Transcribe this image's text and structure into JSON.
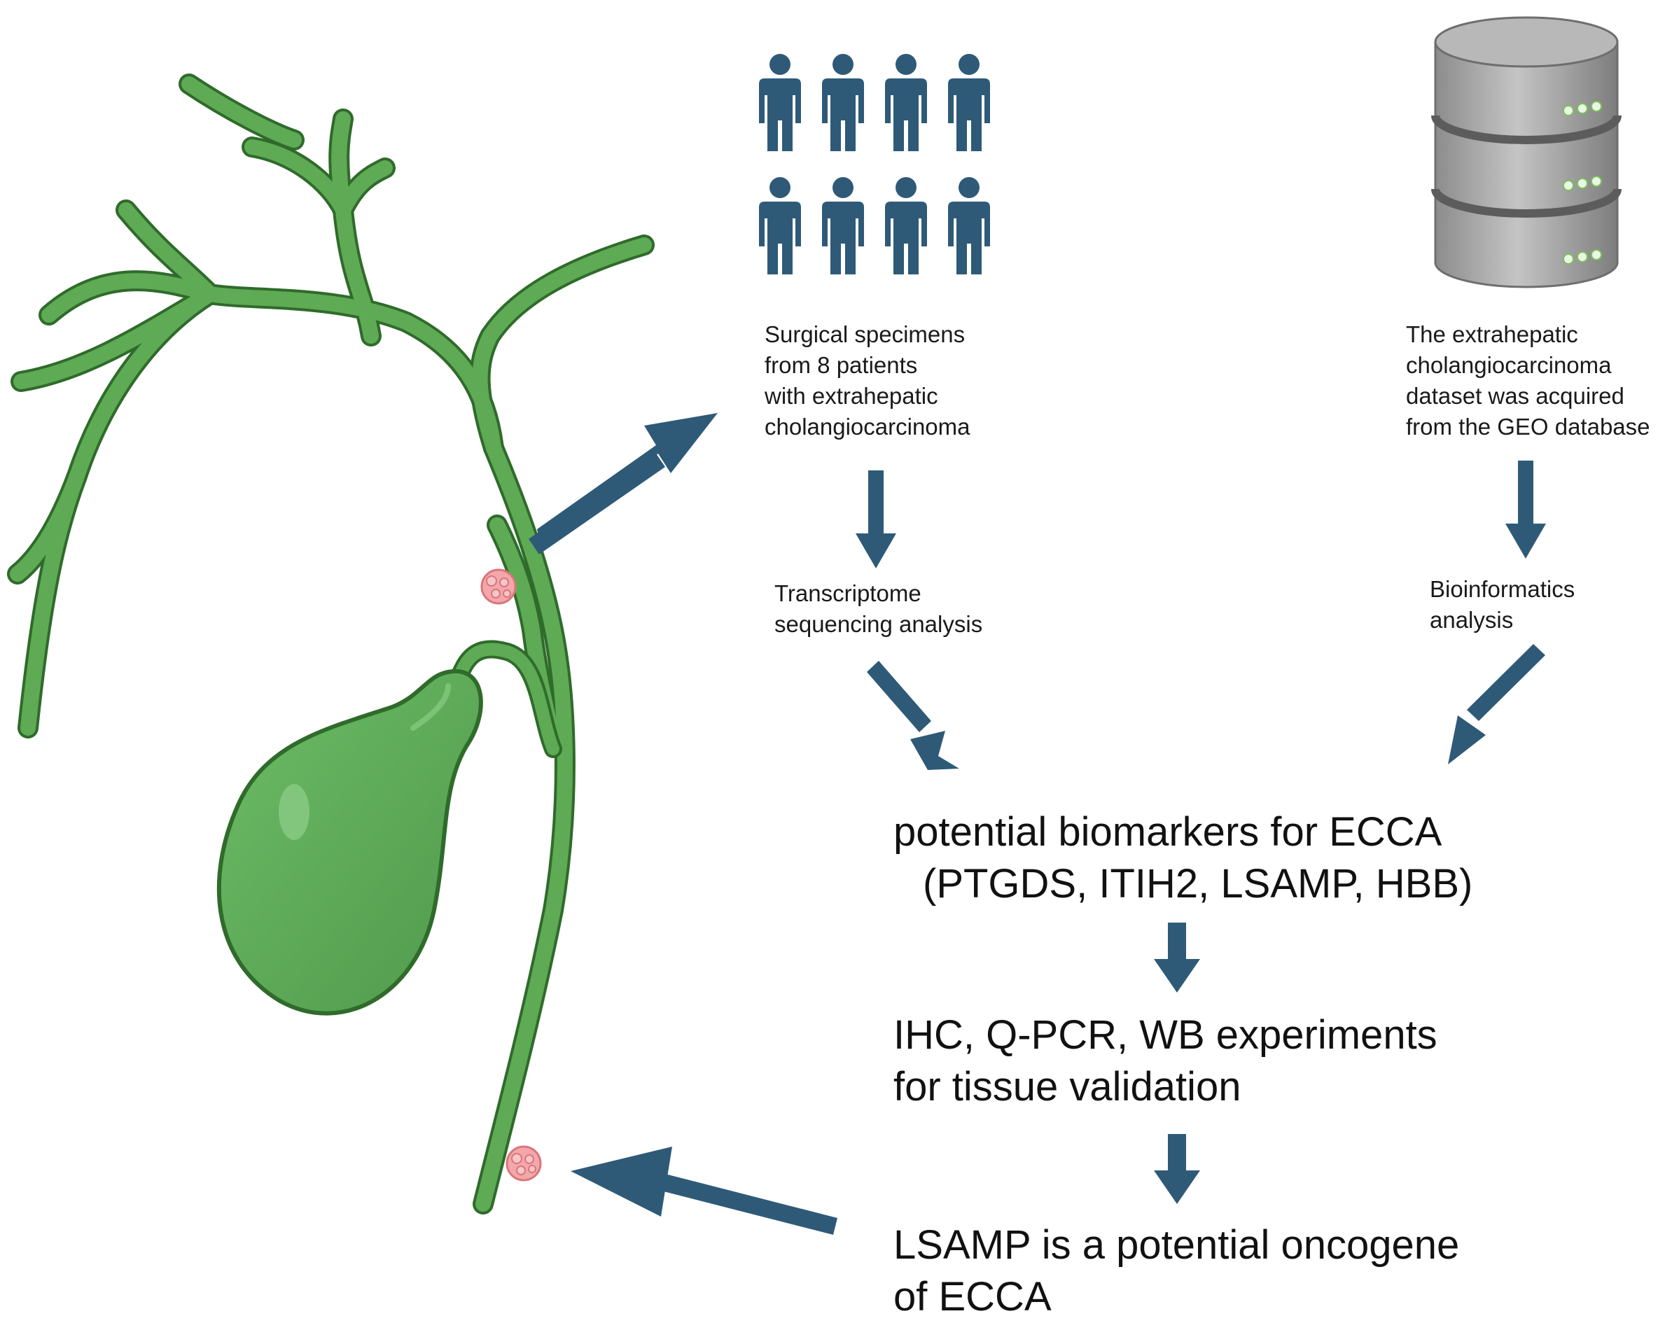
{
  "colors": {
    "arrow": "#2e5a78",
    "duct": "#5faa55",
    "duct_outline": "#2f6b2b",
    "gallbladder": "#5da85a",
    "tumor": "#f3a7aa",
    "people": "#2e5a78",
    "database": "#9a9a9a"
  },
  "icons": {
    "people": "people-group-icon",
    "database": "database-icon",
    "anatomy": "biliary-tree-gallbladder-icon",
    "tumor": "tumor-icon"
  },
  "people_count": 8,
  "left_branch": {
    "source": [
      "Surgical specimens",
      "from 8 patients",
      "with extrahepatic",
      "cholangiocarcinoma"
    ],
    "analysis": [
      "Transcriptome",
      "sequencing analysis"
    ]
  },
  "right_branch": {
    "source": [
      "The extrahepatic",
      "cholangiocarcinoma",
      "dataset was acquired",
      "from the GEO database"
    ],
    "analysis": [
      "Bioinformatics",
      "analysis"
    ]
  },
  "results": {
    "biomarkers": [
      "potential biomarkers for ECCA",
      "(PTGDS, ITIH2, LSAMP, HBB)"
    ],
    "validation": [
      "IHC, Q-PCR, WB experiments",
      "for tissue validation"
    ],
    "conclusion": [
      "LSAMP is a potential oncogene",
      "of ECCA"
    ]
  }
}
